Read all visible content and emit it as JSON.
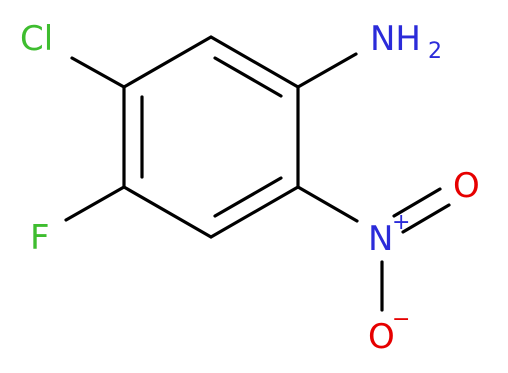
{
  "molecule": {
    "atoms": {
      "cl": {
        "symbol": "Cl",
        "color": "#3ebd2f"
      },
      "nh2": {
        "symbol": "NH",
        "subscript": "2",
        "color": "#2b2bd9"
      },
      "f": {
        "symbol": "F",
        "color": "#3ebd2f"
      },
      "n_nitro": {
        "symbol": "N",
        "charge": "+",
        "color": "#2b2bd9"
      },
      "o_top": {
        "symbol": "O",
        "color": "#e60000"
      },
      "o_bottom": {
        "symbol": "O",
        "charge": "−",
        "color": "#e60000"
      }
    },
    "bond_color": "#000000"
  }
}
